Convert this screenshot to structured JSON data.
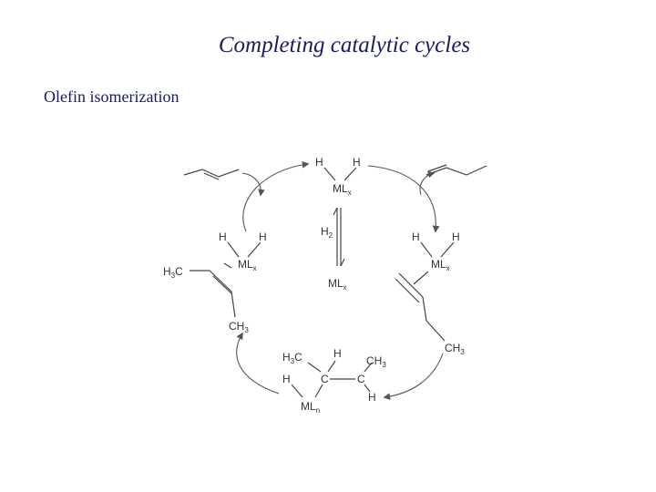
{
  "slide": {
    "title": "Completing catalytic cycles",
    "subtitle": "Olefin isomerization"
  },
  "scheme": {
    "h_label": "H",
    "ml": "ML",
    "sub_x": "x",
    "sub_n": "n",
    "h2": "H",
    "h2_sub": "2",
    "ch3_left_1": "H",
    "ch3_left_2": "3",
    "ch3_left_3": "C",
    "ch": "CH",
    "sub_3": "3",
    "c_label": "C"
  },
  "colors": {
    "text": "#1a1a66",
    "structure": "#333333"
  }
}
